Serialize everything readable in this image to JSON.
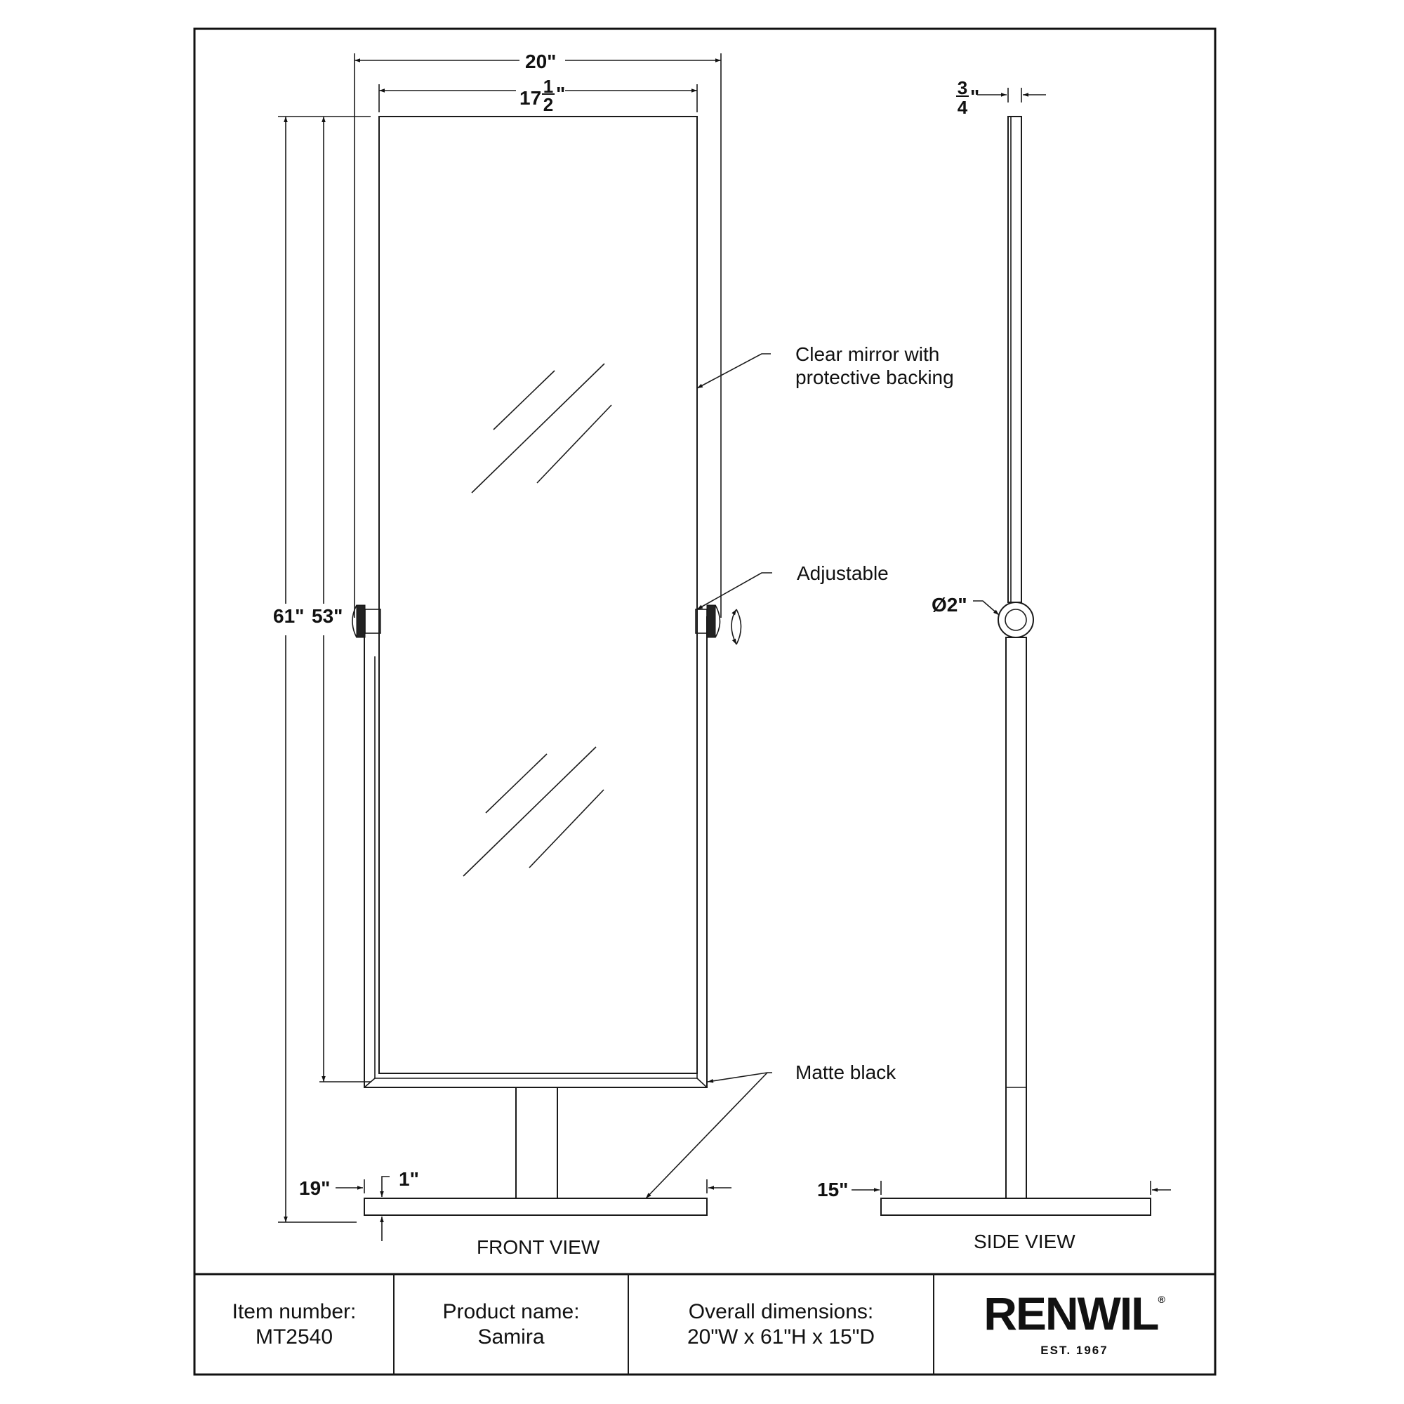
{
  "front_view": {
    "title": "FRONT VIEW",
    "dimensions": {
      "overall_width": "20\"",
      "mirror_width_whole": "17",
      "mirror_width_num": "1",
      "mirror_width_den": "2",
      "mirror_width_unit": "\"",
      "overall_height": "61\"",
      "mirror_height": "53\"",
      "base_to_frame": "19\"",
      "base_thickness": "1\""
    },
    "callouts": {
      "mirror": [
        "Clear mirror with",
        "protective backing"
      ],
      "adjustable": "Adjustable",
      "finish": "Matte black"
    }
  },
  "side_view": {
    "title": "SIDE VIEW",
    "dimensions": {
      "thickness_num": "3",
      "thickness_den": "4",
      "thickness_unit": "\"",
      "pivot_diameter": "Ø2\"",
      "depth": "15\""
    }
  },
  "title_block": {
    "item_number_label": "Item number:",
    "item_number": "MT2540",
    "product_name_label": "Product name:",
    "product_name": "Samira",
    "dimensions_label": "Overall dimensions:",
    "dimensions": "20\"W x 61\"H x 15\"D",
    "brand": "RENWIL",
    "brand_mark": "®",
    "established": "EST. 1967"
  },
  "colors": {
    "line": "#1a1a1a",
    "background": "#ffffff"
  }
}
